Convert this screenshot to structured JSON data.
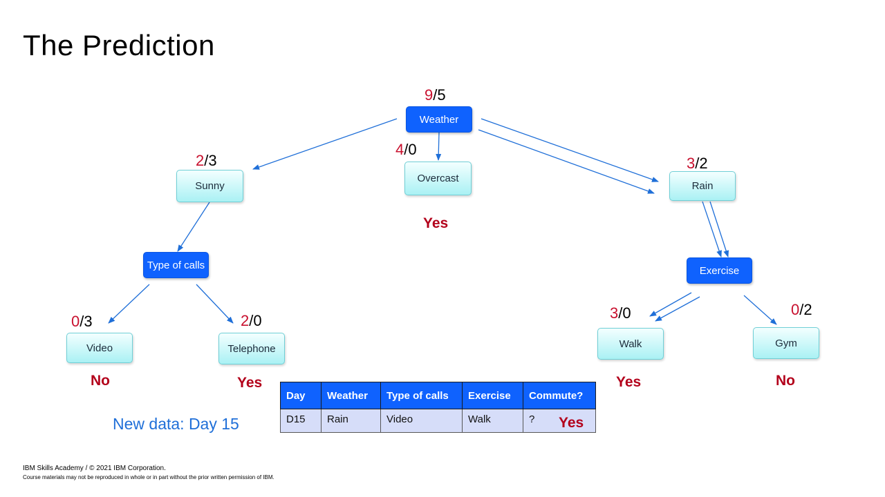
{
  "title": "The Prediction",
  "nodes": {
    "weather": "Weather",
    "sunny": "Sunny",
    "overcast": "Overcast",
    "rain": "Rain",
    "type_of_calls": "Type of calls",
    "exercise": "Exercise",
    "video": "Video",
    "telephone": "Telephone",
    "walk": "Walk",
    "gym": "Gym"
  },
  "counts": {
    "weather": {
      "yes": "9",
      "no": "5"
    },
    "sunny": {
      "yes": "2",
      "no": "3"
    },
    "overcast": {
      "yes": "4",
      "no": "0"
    },
    "rain": {
      "yes": "3",
      "no": "2"
    },
    "video": {
      "yes": "0",
      "no": "3"
    },
    "telephone": {
      "yes": "2",
      "no": "0"
    },
    "walk": {
      "yes": "3",
      "no": "0"
    },
    "gym": {
      "yes": "0",
      "no": "2"
    }
  },
  "outcomes": {
    "overcast": "Yes",
    "video": "No",
    "telephone": "Yes",
    "walk": "Yes",
    "gym": "No"
  },
  "new_data_label": "New data: Day 15",
  "table": {
    "headers": [
      "Day",
      "Weather",
      "Type of calls",
      "Exercise",
      "Commute?"
    ],
    "row": [
      "D15",
      "Rain",
      "Video",
      "Walk",
      "?"
    ]
  },
  "prediction": "Yes",
  "footer": {
    "line1": "IBM Skills Academy / © 2021 IBM Corporation.",
    "line2": "Course materials may not be reproduced in whole or in part without the prior written permission of IBM."
  },
  "colors": {
    "node_dark": "#0f62fe",
    "node_light": "#aaf1f4",
    "count_yes": "#c8102e",
    "outcome": "#b3001b",
    "new_data": "#1f6fd8",
    "edge": "#1f6fd8"
  }
}
